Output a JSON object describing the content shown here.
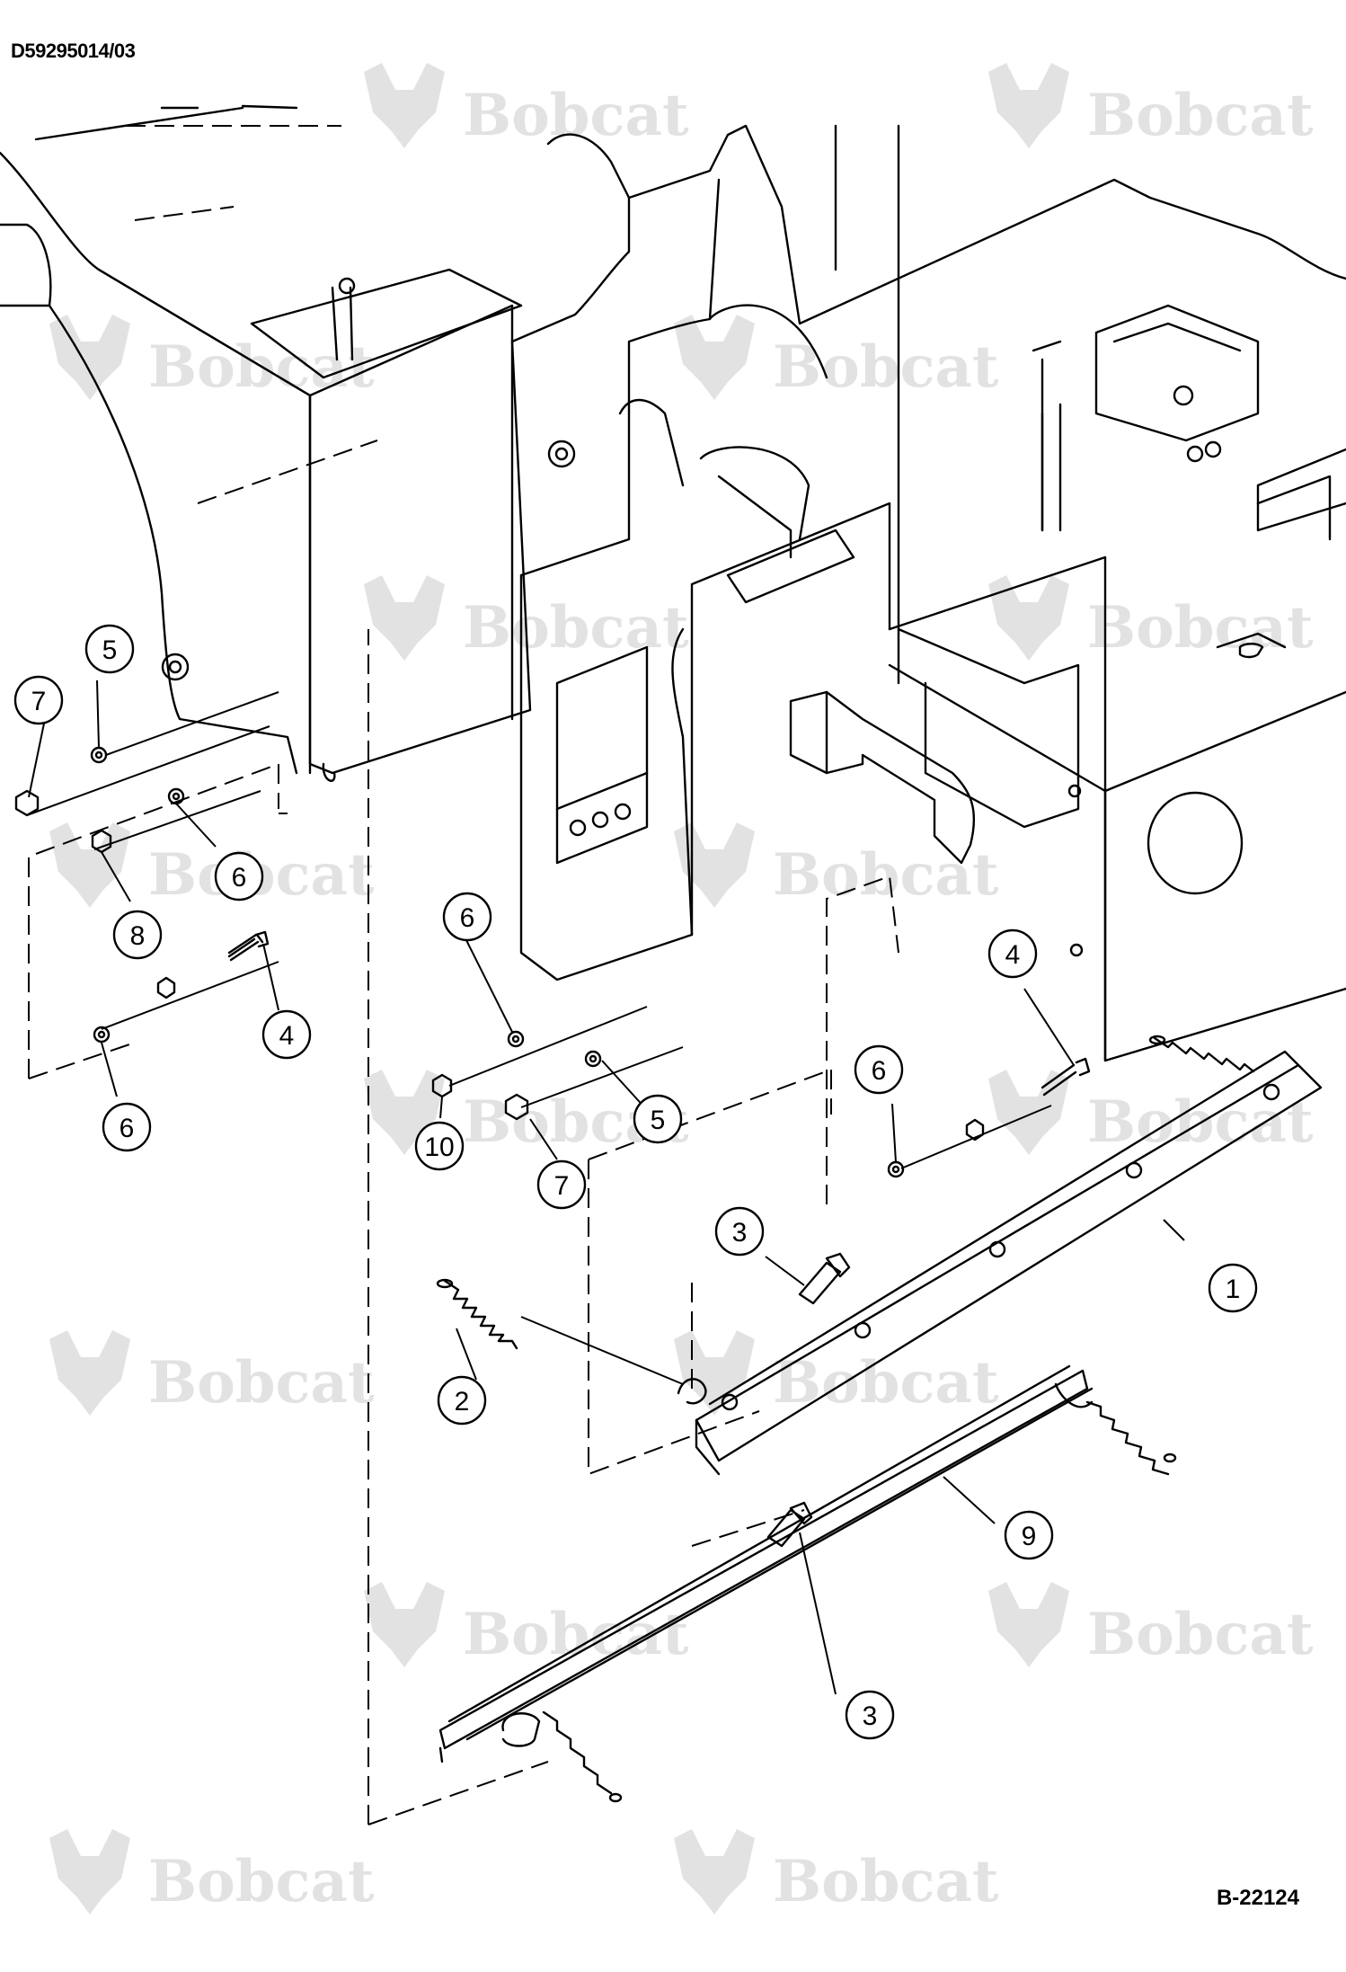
{
  "document": {
    "drawing_id": "D59295014/03",
    "figure_id": "B-22124"
  },
  "watermark": {
    "brand": "Bobcat",
    "color": "#e2e2e2"
  },
  "colors": {
    "line": "#000000",
    "background": "#ffffff"
  },
  "callouts": [
    {
      "id": "c7a",
      "label": "7"
    },
    {
      "id": "c5a",
      "label": "5"
    },
    {
      "id": "c6a",
      "label": "6"
    },
    {
      "id": "c8",
      "label": "8"
    },
    {
      "id": "c4a",
      "label": "4"
    },
    {
      "id": "c6b",
      "label": "6"
    },
    {
      "id": "c6c",
      "label": "6"
    },
    {
      "id": "c10",
      "label": "10"
    },
    {
      "id": "c5b",
      "label": "5"
    },
    {
      "id": "c7b",
      "label": "7"
    },
    {
      "id": "c4b",
      "label": "4"
    },
    {
      "id": "c6d",
      "label": "6"
    },
    {
      "id": "c3a",
      "label": "3"
    },
    {
      "id": "c1",
      "label": "1"
    },
    {
      "id": "c2",
      "label": "2"
    },
    {
      "id": "c9",
      "label": "9"
    },
    {
      "id": "c3b",
      "label": "3"
    }
  ]
}
